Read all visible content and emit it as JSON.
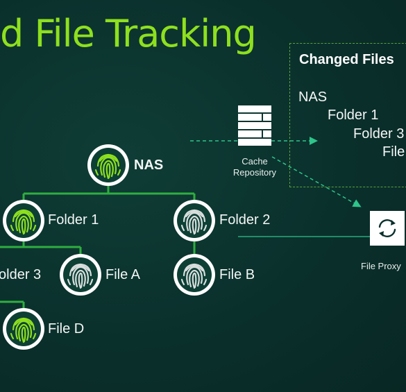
{
  "title": "d File Tracking",
  "nodes": {
    "nas": "NAS",
    "folder1": "Folder 1",
    "folder2": "Folder 2",
    "folder3": "older 3",
    "fileA": "File A",
    "fileB": "File B",
    "fileD": "File D"
  },
  "cache": {
    "label_line1": "Cache",
    "label_line2": "Repository"
  },
  "proxy": {
    "label": "File Proxy"
  },
  "changed_files": {
    "title": "Changed Files",
    "tree": [
      "NAS",
      "Folder 1",
      "Folder 3",
      "File"
    ]
  },
  "colors": {
    "accent": "#8ee01e",
    "tree_line": "#2fae3f",
    "dashed_arrow": "#2ec48a",
    "panel_border": "#5aa33a",
    "background": "#0a2f2b"
  },
  "highlighted_nodes": [
    "nas",
    "folder1",
    "fileD"
  ]
}
